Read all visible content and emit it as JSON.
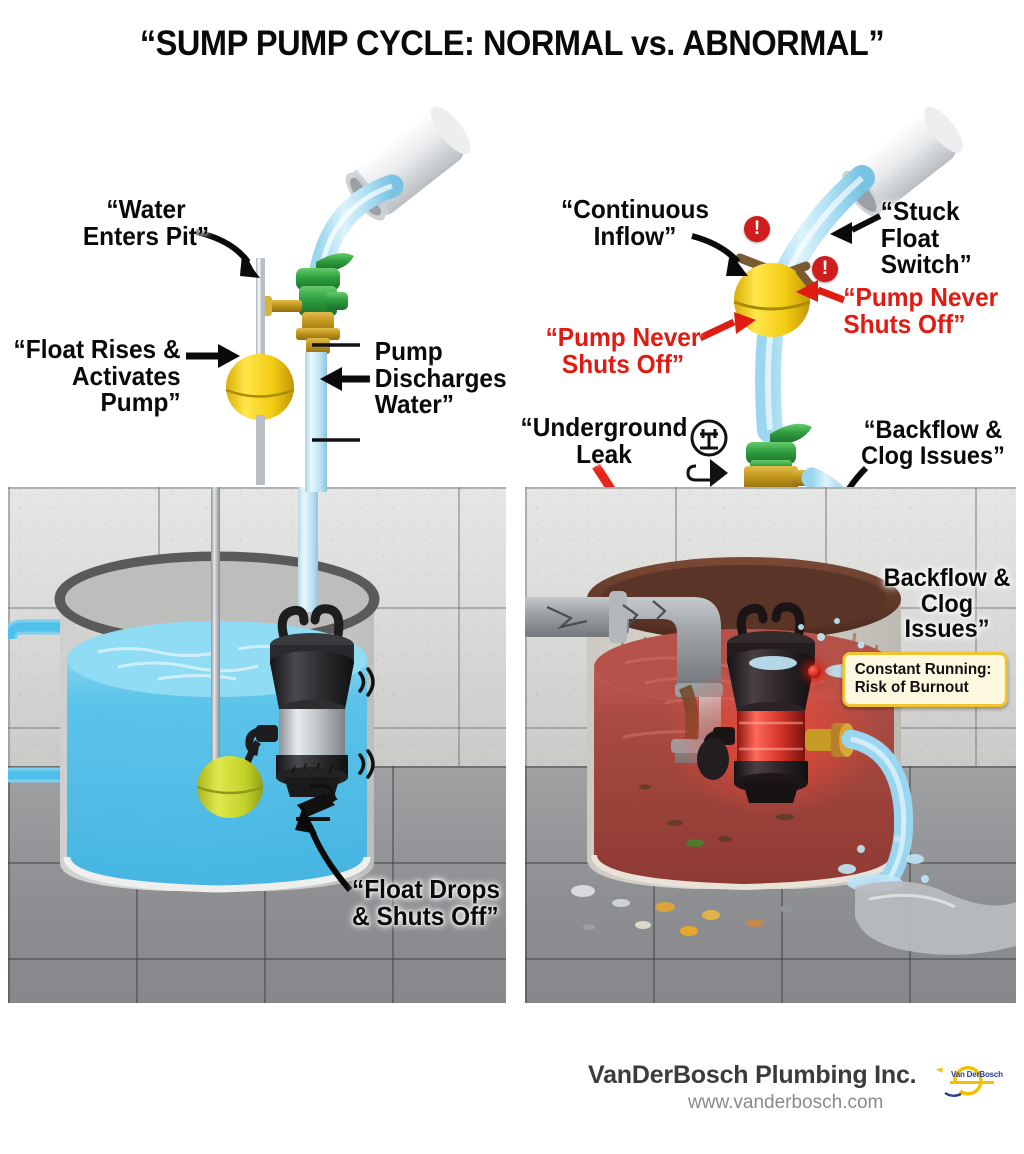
{
  "title": "“SUMP PUMP CYCLE: NORMAL vs. ABNORMAL”",
  "panels": {
    "normal": {
      "name": "normal-cycle-panel",
      "labels": [
        {
          "id": "water-enters-pit",
          "text": "“Water\nEnters Pit”",
          "color": "#0a0a0a"
        },
        {
          "id": "float-rises",
          "text": "“Float Rises &\nActivates Pump”",
          "color": "#0a0a0a"
        },
        {
          "id": "pump-discharges-water",
          "text": "Pump\nDischarges\nWater”",
          "color": "#0a0a0a"
        },
        {
          "id": "float-drops",
          "text": "“Float Drops\n& Shuts Off”",
          "color": "#0a0a0a"
        }
      ],
      "scene": {
        "water_color": "#4fc0ea",
        "pump_body_color": "#2b2b2d",
        "pump_sleeve_color": "#c9cbcd",
        "float_upper_color": "#f5d117",
        "float_lower_color": "#c6d42c",
        "check_valve_color": "#2e9e3f"
      }
    },
    "abnormal": {
      "name": "abnormal-cycle-panel",
      "labels": [
        {
          "id": "continuous-inflow",
          "text": "“Continuous\nInflow”",
          "color": "#0a0a0a"
        },
        {
          "id": "stuck-float-switch",
          "text": "“Stuck\nFloat Switch”",
          "color": "#0a0a0a"
        },
        {
          "id": "pump-never-shuts-left",
          "text": "“Pump Never\nShuts Off”",
          "color": "#e01b12"
        },
        {
          "id": "pump-never-shuts-right",
          "text": "“Pump Never\nShuts Off”",
          "color": "#e01b12"
        },
        {
          "id": "underground-leak",
          "text": "“Underground\nLeak",
          "color": "#0a0a0a"
        },
        {
          "id": "backflow-clog-upper",
          "text": "“Backflow &\nClog Issues”",
          "color": "#0a0a0a"
        },
        {
          "id": "backflow-clog-lower",
          "text": "Backflow &\nClog Issues”",
          "color": "#0a0a0a"
        }
      ],
      "callout": {
        "text": "Constant Running:\nRisk of Burnout",
        "bg": "#fdf8e0",
        "border": "#f0c330"
      },
      "warning_badges": 2,
      "scene": {
        "water_color": "#a4433c",
        "pump_glow_color": "#e0372b",
        "pump_body_color": "#2b2b2d",
        "float_color": "#f5d117",
        "pipe_color": "#9a9da0",
        "leak_puddle_color": "#b9bcbf"
      }
    }
  },
  "footer": {
    "brand": "VanDerBosch Plumbing Inc.",
    "url": "www.vanderbosch.com",
    "logo_text": "Van DerBosch",
    "logo_ring_color": "#f2c200",
    "logo_text_color": "#2b3d8f"
  }
}
